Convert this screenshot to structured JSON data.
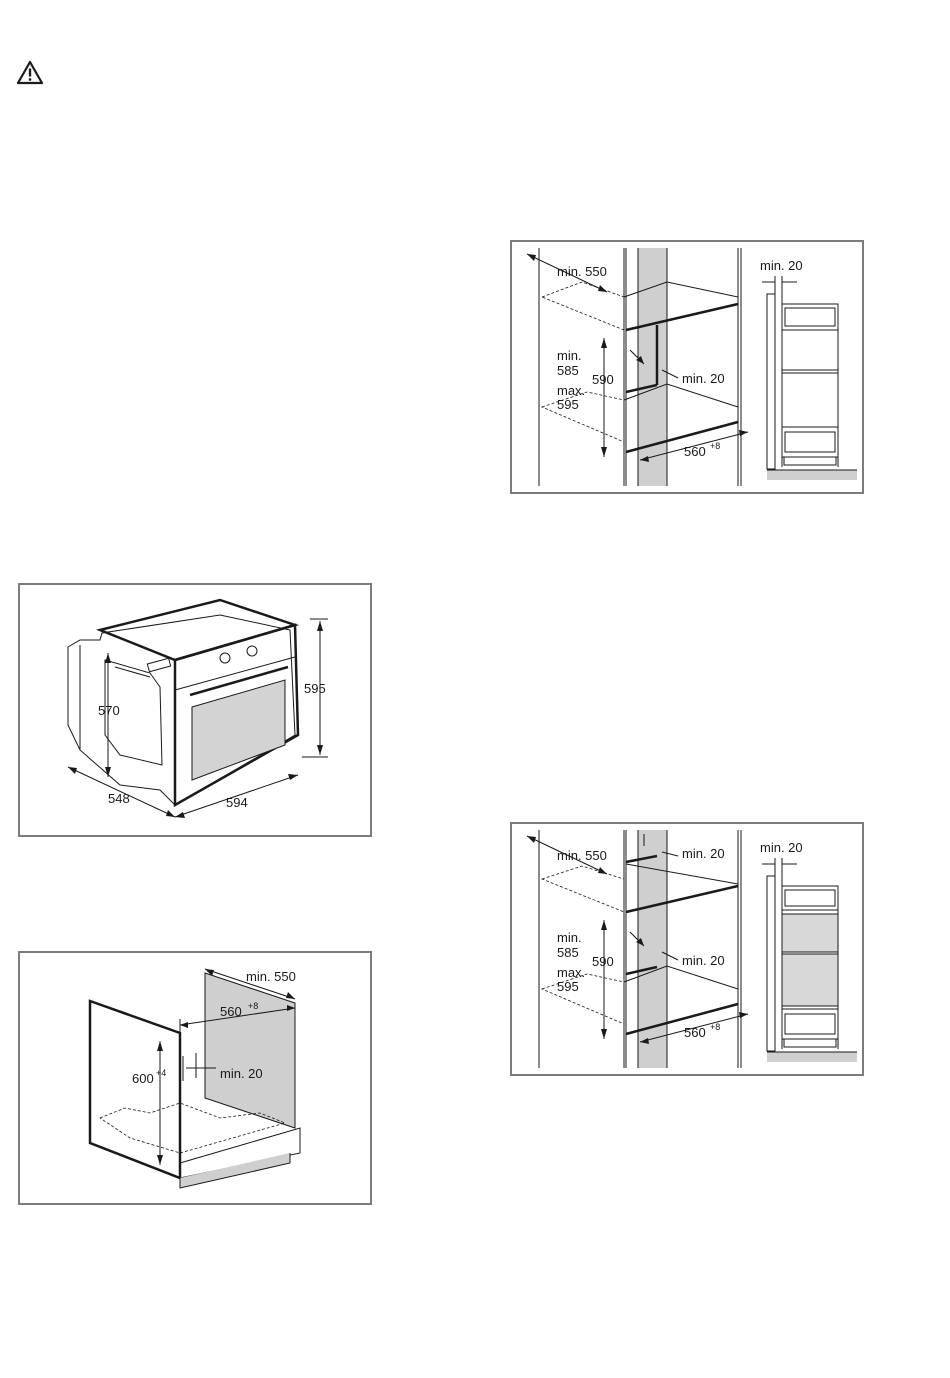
{
  "warning": {
    "icon": "warning-triangle-icon"
  },
  "figures": {
    "oven_dims": {
      "height": "595",
      "side_height": "570",
      "depth": "548",
      "width": "594"
    },
    "under_counter": {
      "min_depth": "min. 550",
      "width": "560",
      "width_tol": "+8",
      "height": "600",
      "height_tol": "+4",
      "gap": "min. 20"
    },
    "tall_cabinet_a": {
      "min_depth": "min. 550",
      "min": "min.",
      "min_h": "585",
      "max": "max.",
      "max_h": "595",
      "nominal": "590",
      "gap": "min. 20",
      "width": "560",
      "width_tol": "+8",
      "side_gap": "min. 20"
    },
    "tall_cabinet_b": {
      "min_depth": "min. 550",
      "top_gap": "min. 20",
      "min": "min.",
      "min_h": "585",
      "max": "max.",
      "max_h": "595",
      "nominal": "590",
      "gap": "min. 20",
      "width": "560",
      "width_tol": "+8",
      "side_gap": "min. 20"
    }
  }
}
